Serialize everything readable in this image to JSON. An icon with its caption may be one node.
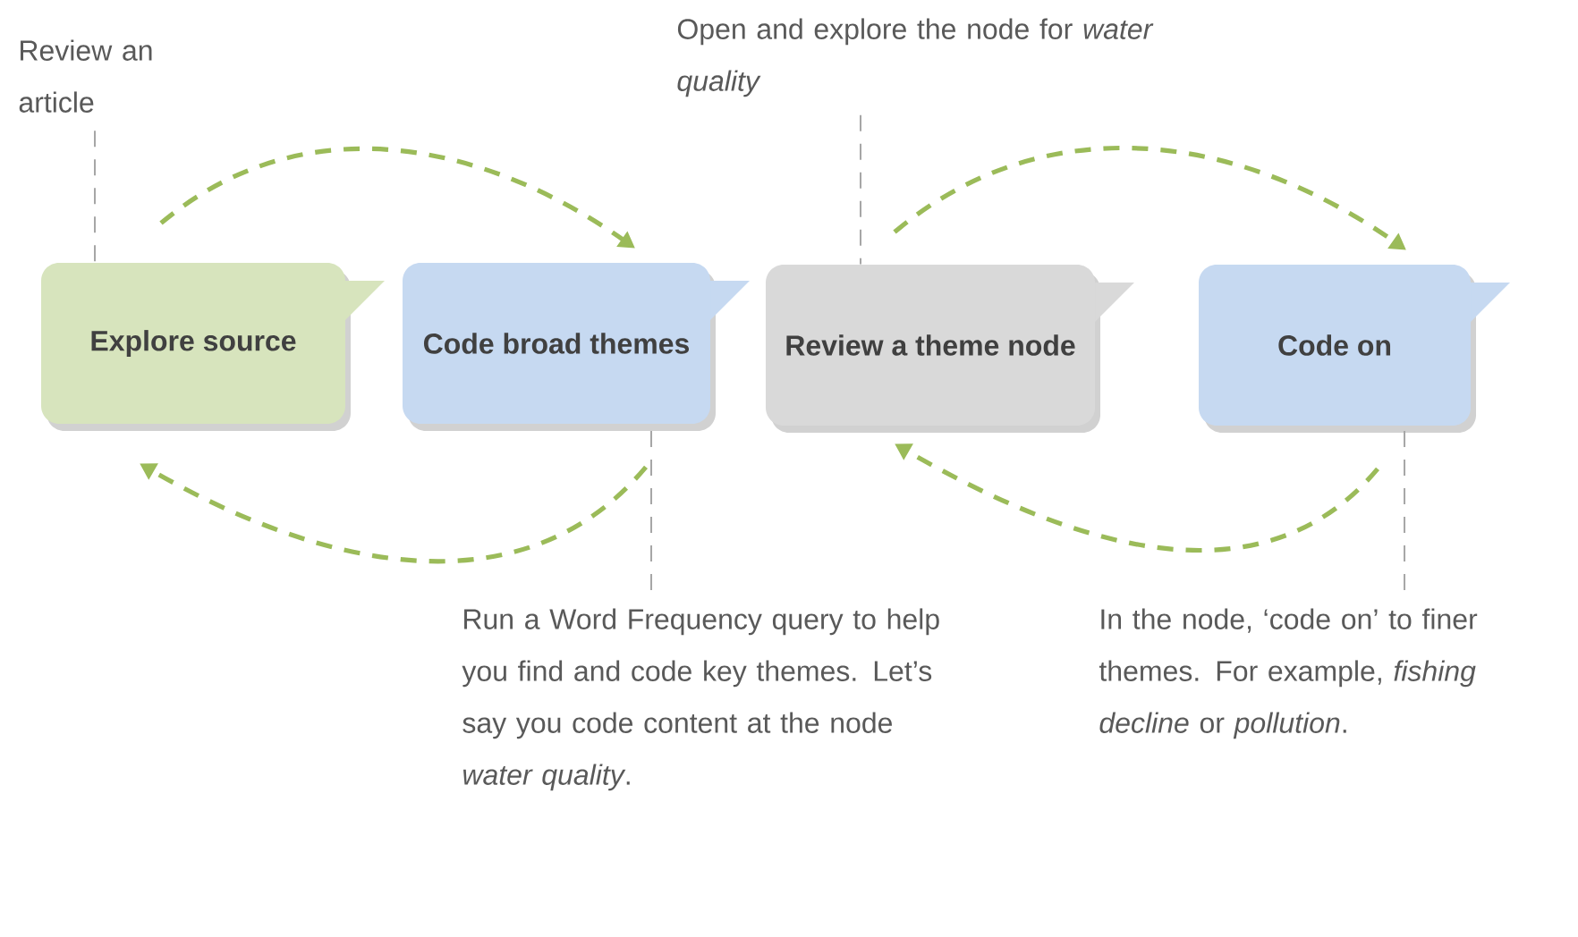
{
  "diagram": {
    "nodes": [
      {
        "text": [
          "Explore source"
        ]
      },
      {
        "text": [
          "Code broad themes"
        ]
      },
      {
        "text": [
          "Review a theme node"
        ]
      },
      {
        "text": [
          "Code on"
        ]
      },
      {
        "text": [
          "Review an article"
        ]
      },
      {
        "text": [
          "Open and explore the node for *water quality*"
        ]
      },
      {
        "text": [
          "Run a Word Frequency query to help you find and code key themes. Let’s say you code content at the node *water quality*."
        ]
      },
      {
        "text": [
          "In the node, ‘code on’ to finer themes. For example, *fishing decline* or *pollution*."
        ]
      }
    ],
    "edges": [
      {
        "from": 0,
        "to": 1,
        "arrow": "to",
        "style": "dashed"
      },
      {
        "from": 1,
        "to": 0,
        "arrow": "to",
        "style": "dashed"
      },
      {
        "from": 2,
        "to": 3,
        "arrow": "to",
        "style": "dashed"
      },
      {
        "from": 3,
        "to": 2,
        "arrow": "to",
        "style": "dashed"
      },
      {
        "from": 4,
        "to": 0,
        "arrow": "none",
        "style": "dashed",
        "color": "#a6a6a6"
      },
      {
        "from": 5,
        "to": 2,
        "arrow": "none",
        "style": "dashed",
        "color": "#a6a6a6"
      },
      {
        "from": 6,
        "to": 1,
        "arrow": "none",
        "style": "dashed",
        "color": "#a6a6a6"
      },
      {
        "from": 7,
        "to": 3,
        "arrow": "none",
        "style": "dashed",
        "color": "#a6a6a6"
      }
    ]
  }
}
